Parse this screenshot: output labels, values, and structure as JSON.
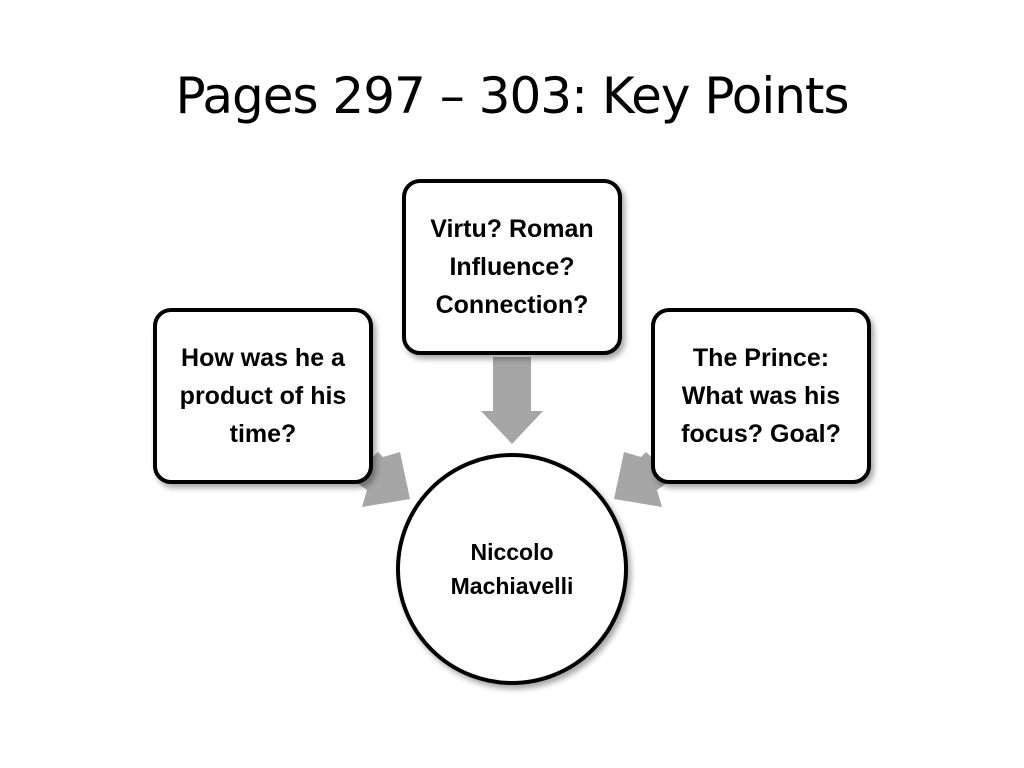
{
  "slide": {
    "title": "Pages 297 – 303: Key Points"
  },
  "diagram": {
    "center_node": {
      "line1": "Niccolo",
      "line2": "Machiavelli"
    },
    "nodes": {
      "left": {
        "line1": "How was he a",
        "line2": "product of his",
        "line3": "time?"
      },
      "top": {
        "line1": "Virtu? Roman",
        "line2": "Influence?",
        "line3": "Connection?"
      },
      "right": {
        "line1": "The Prince:",
        "line2": "What was his",
        "line3": "focus? Goal?"
      }
    },
    "colors": {
      "arrow": "#a6a6a6",
      "border": "#000000",
      "background": "#ffffff"
    }
  }
}
